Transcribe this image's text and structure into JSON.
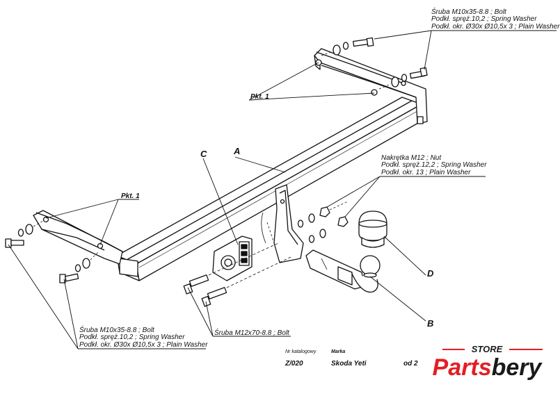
{
  "callouts": {
    "top_right": [
      "Śruba M10x35-8.8 ;  Bolt",
      "Podkł. spręż.10,2 ; Spring Washer",
      "Podkł. okr.  Ø30x Ø10,5x 3 ; Plain Washer"
    ],
    "nut_group": [
      "Nakrętka  M12 ; Nut",
      "Podkł. spręż.12,2 ; Spring Washer",
      "Podkł. okr. 13 ; Plain Washer"
    ],
    "bottom_left": [
      "Śruba M10x35-8.8 ;  Bolt",
      "Podkł. spręż.10,2 ; Spring Washer",
      "Podkł. okr.  Ø30x Ø10,5x 3 ; Plain Washer"
    ],
    "bolt_m12": "Śruba M12x70-8.8 ;  Bolt"
  },
  "part_labels": {
    "pkt1_top": "Pkt. 1",
    "pkt1_left": "Pkt. 1",
    "a": "A",
    "b": "B",
    "c": "C",
    "d": "D"
  },
  "footer": {
    "catalog_label": "Nr katalogowy",
    "catalog_value": "Z/020",
    "make_label": "Marka",
    "make_value": "Skoda Yeti",
    "from_value": "od 2"
  },
  "brand": {
    "store": "STORE",
    "name": "Partsbery",
    "color": "#e31e24",
    "dark": "#1a1a1a"
  }
}
